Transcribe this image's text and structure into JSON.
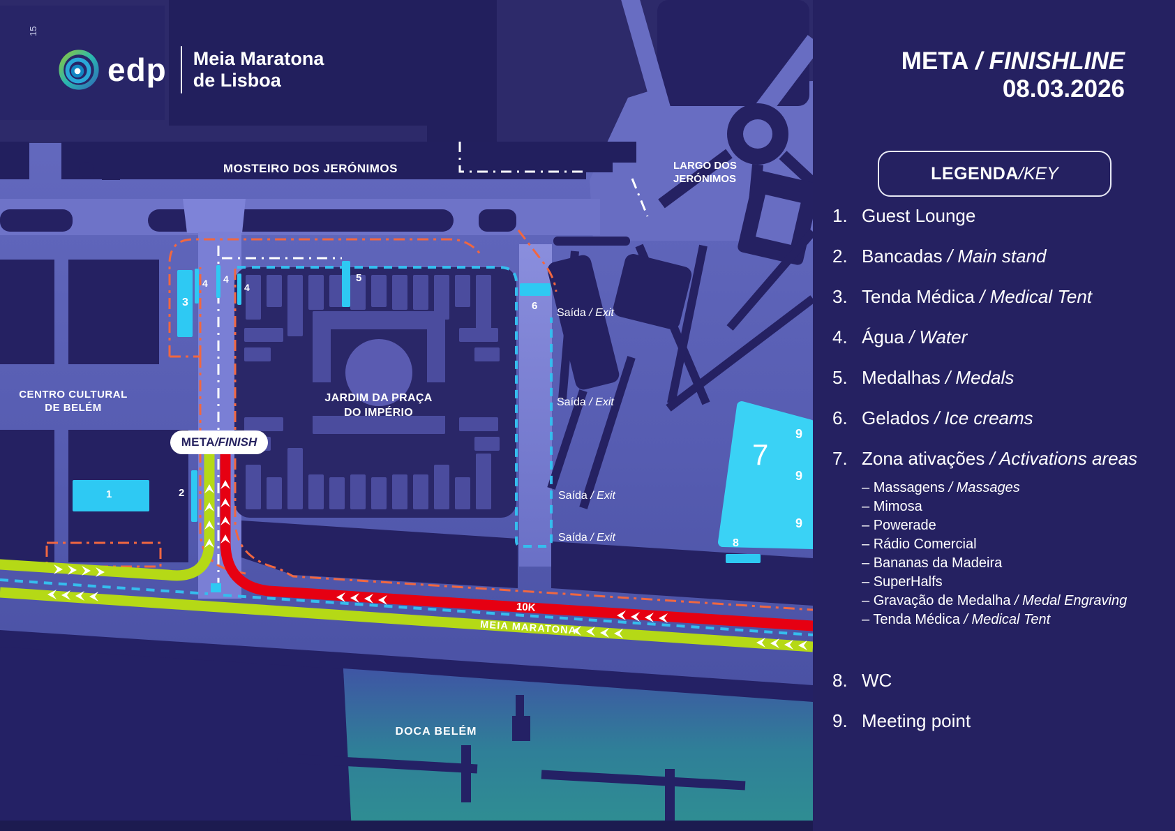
{
  "sep": " / ",
  "dash_prefix": "– ",
  "header": {
    "page_number": "15",
    "logo_text": "edp",
    "event_title_line1": "Meia Maratona",
    "event_title_line2": "de Lisboa"
  },
  "sidebar": {
    "title_pt": "META",
    "title_en": "FINISHLINE",
    "date": "08.03.2026",
    "legend_title_pt": "LEGENDA",
    "legend_title_en": "KEY",
    "items": [
      {
        "num": "1.",
        "pt": "Guest Lounge",
        "en": ""
      },
      {
        "num": "2.",
        "pt": "Bancadas",
        "en": "Main stand"
      },
      {
        "num": "3.",
        "pt": "Tenda Médica",
        "en": "Medical Tent"
      },
      {
        "num": "4.",
        "pt": "Água",
        "en": "Water"
      },
      {
        "num": "5.",
        "pt": "Medalhas",
        "en": "Medals"
      },
      {
        "num": "6.",
        "pt": "Gelados",
        "en": "Ice creams"
      },
      {
        "num": "7.",
        "pt": "Zona ativações",
        "en": "Activations areas",
        "sub": [
          {
            "pt": "Massagens",
            "en": "Massages"
          },
          {
            "pt": "Mimosa",
            "en": ""
          },
          {
            "pt": "Powerade",
            "en": ""
          },
          {
            "pt": "Rádio Comercial",
            "en": ""
          },
          {
            "pt": "Bananas da Madeira",
            "en": ""
          },
          {
            "pt": "SuperHalfs",
            "en": ""
          },
          {
            "pt": "Gravação de Medalha",
            "en": "Medal Engraving"
          },
          {
            "pt": "Tenda Médica",
            "en": "Medical Tent"
          }
        ]
      },
      {
        "num": "8.",
        "pt": "WC",
        "en": ""
      },
      {
        "num": "9.",
        "pt": "Meeting point",
        "en": ""
      }
    ]
  },
  "map": {
    "places": {
      "mosteiro": "MOSTEIRO DOS JERÓNIMOS",
      "largo_line1": "LARGO DOS",
      "largo_line2": "JERÓNIMOS",
      "centro_line1": "CENTRO CULTURAL",
      "centro_line2": "DE BELÉM",
      "jardim_line1": "JARDIM DA PRAÇA",
      "jardim_line2": "DO IMPÉRIO",
      "doca": "DOCA BELÉM"
    },
    "finish_pt": "META",
    "finish_en": "FINISH",
    "routes": {
      "red_label": "10K",
      "green_label": "MEIA MARATONA"
    },
    "exit_pt": "Saída",
    "exit_en": "Exit",
    "markers": {
      "m1": "1",
      "m2": "2",
      "m3": "3",
      "m4": "4",
      "m5": "5",
      "m6": "6",
      "m7": "7",
      "m8": "8",
      "m9": "9"
    }
  },
  "colors": {
    "accent_cyan": "#2ec9f3",
    "route_red": "#e60012",
    "route_green": "#b5d916",
    "dash_orange": "#f16740",
    "dash_cyan": "#35bdee",
    "panel_navy": "#252161"
  }
}
